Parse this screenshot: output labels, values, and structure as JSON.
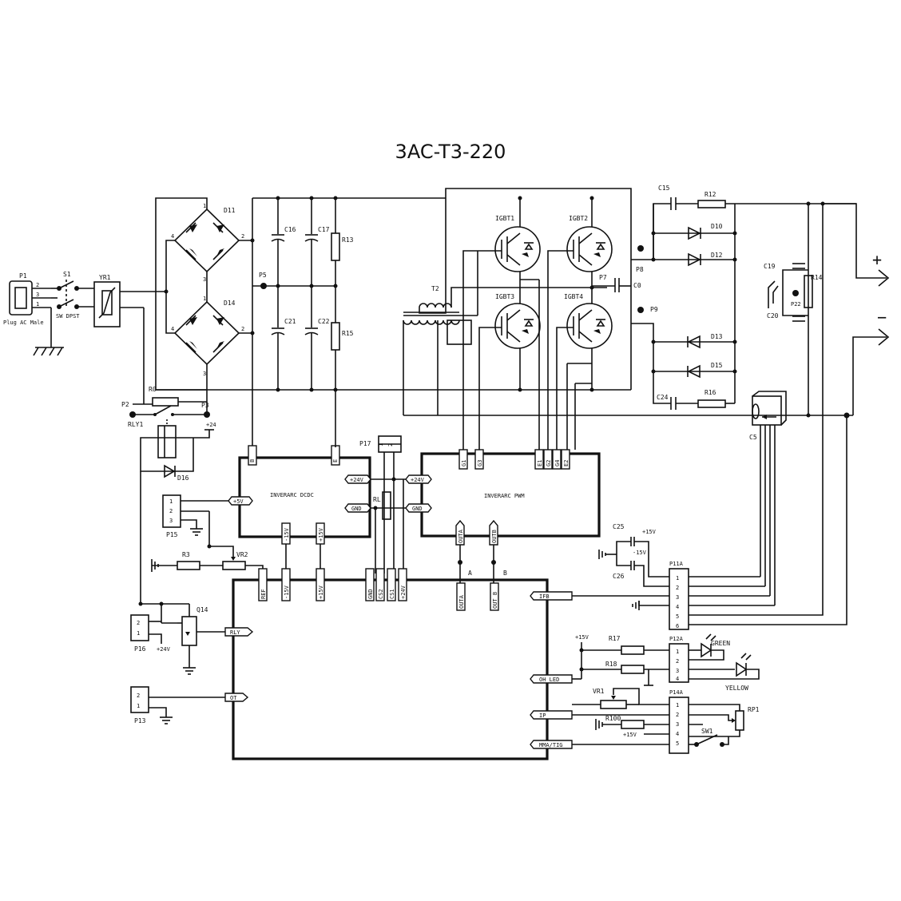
{
  "title": "3AC-T3-220",
  "labels": {
    "P1": "P1",
    "plug": "Plug AC Male",
    "S1": "S1",
    "sw": "SW DPST",
    "YR1": "YR1",
    "D11": "D11",
    "D14": "D14",
    "R0": "R0",
    "P2": "P2",
    "P3": "P3",
    "RLY1": "RLY1",
    "D16": "D16",
    "P5": "P5",
    "C16": "C16",
    "C17": "C17",
    "C21": "C21",
    "C22": "C22",
    "R13": "R13",
    "R15": "R15",
    "T2": "T2",
    "IGBT1": "IGBT1",
    "IGBT2": "IGBT2",
    "IGBT3": "IGBT3",
    "IGBT4": "IGBT4",
    "P7": "P7",
    "P8": "P8",
    "P9": "P9",
    "C0": "C0",
    "C15": "C15",
    "R12": "R12",
    "D10": "D10",
    "D12": "D12",
    "D13": "D13",
    "D15": "D15",
    "C24": "C24",
    "R16": "R16",
    "C19": "C19",
    "C20": "C20",
    "R14": "R14",
    "P22": "P22",
    "C5": "C5",
    "plus": "+",
    "minus": "−",
    "P17": "P17",
    "RL": "RL",
    "P15": "P15",
    "R3": "R3",
    "VR2": "VR2",
    "Q14": "Q14",
    "P16": "P16",
    "P13": "P13",
    "C25": "C25",
    "C26": "C26",
    "P11A": "P11A",
    "P12A": "P12A",
    "P14A": "P14A",
    "R17": "R17",
    "R18": "R18",
    "VR1": "VR1",
    "R100": "R100",
    "SW1": "SW1",
    "RP1": "RP1",
    "GREEN": "GREEN",
    "YELLOW": "YELLOW",
    "A": "A",
    "B": "B",
    "plus24": "+24",
    "plus24V": "+24V",
    "plus15V": "+15V",
    "minus15V": "-15V"
  },
  "blocks": {
    "dcdc": "INVERARC DCDC",
    "pwm": "INVERARC PWM"
  },
  "signals": {
    "dcdc_24v": "+24V",
    "dcdc_gnd": "GND",
    "dcdc_5v": "+5V",
    "pwm_24v": "+24V",
    "pwm_gnd": "GND",
    "ref": "REF",
    "m15v": "-15V",
    "p15v": "+15V",
    "gnd": "GND",
    "cs2": "CS2",
    "cs1": "CS1",
    "p24v": "+24V",
    "outa": "OUTA",
    "outb": "OUT B",
    "ifb": "IFB",
    "ohled": "OH LED",
    "ip": "IP",
    "mmatig": "MMA/TIG",
    "rly": "RLY",
    "ot": "OT",
    "g1": "G1",
    "g3": "G3",
    "e1": "E1",
    "g2": "G2",
    "g4": "G4",
    "e2": "E2",
    "e_top": "E",
    "b_top": "B",
    "outa2": "OUTA",
    "outb2": "OUTB",
    "m15": "-15V",
    "p15": "+15V"
  },
  "pins": {
    "p1": [
      "2",
      "3",
      "1"
    ],
    "p15": [
      "1",
      "2",
      "3"
    ],
    "p16": [
      "2",
      "1"
    ],
    "p13": [
      "2",
      "1"
    ],
    "p17": [
      "1",
      "2"
    ],
    "p11a": [
      "1",
      "2",
      "3",
      "4",
      "5",
      "6"
    ],
    "p12a": [
      "1",
      "2",
      "3",
      "4"
    ],
    "p14a": [
      "1",
      "2",
      "3",
      "4",
      "5"
    ],
    "bridge": [
      "1",
      "2",
      "3",
      "4"
    ]
  }
}
